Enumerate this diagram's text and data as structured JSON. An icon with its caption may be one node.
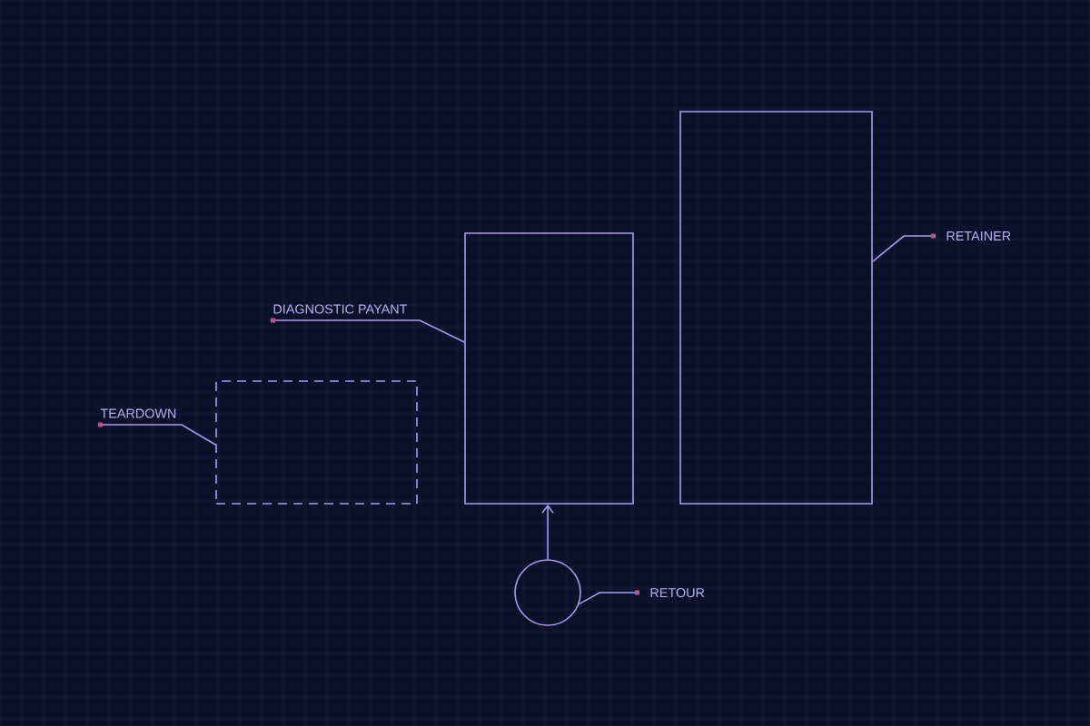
{
  "diagram": {
    "nodes": [
      {
        "text": [
          "TEARDOWN"
        ]
      },
      {
        "text": [],
        "shape": "box"
      },
      {
        "text": [
          "DIAGNOSTIC PAYANT"
        ]
      },
      {
        "text": [],
        "shape": "box"
      },
      {
        "text": [
          "RETAINER"
        ]
      },
      {
        "text": [],
        "shape": "box"
      },
      {
        "text": [],
        "shape": "circle"
      },
      {
        "text": [
          "RETOUR"
        ]
      }
    ],
    "edges": [
      {
        "from": 0,
        "to": 1,
        "arrow": "other"
      },
      {
        "from": 2,
        "to": 3,
        "arrow": "other"
      },
      {
        "from": 4,
        "to": 5,
        "arrow": "other"
      },
      {
        "from": 6,
        "to": 3,
        "arrow": "to"
      },
      {
        "from": 7,
        "to": 6,
        "arrow": "other"
      }
    ]
  }
}
